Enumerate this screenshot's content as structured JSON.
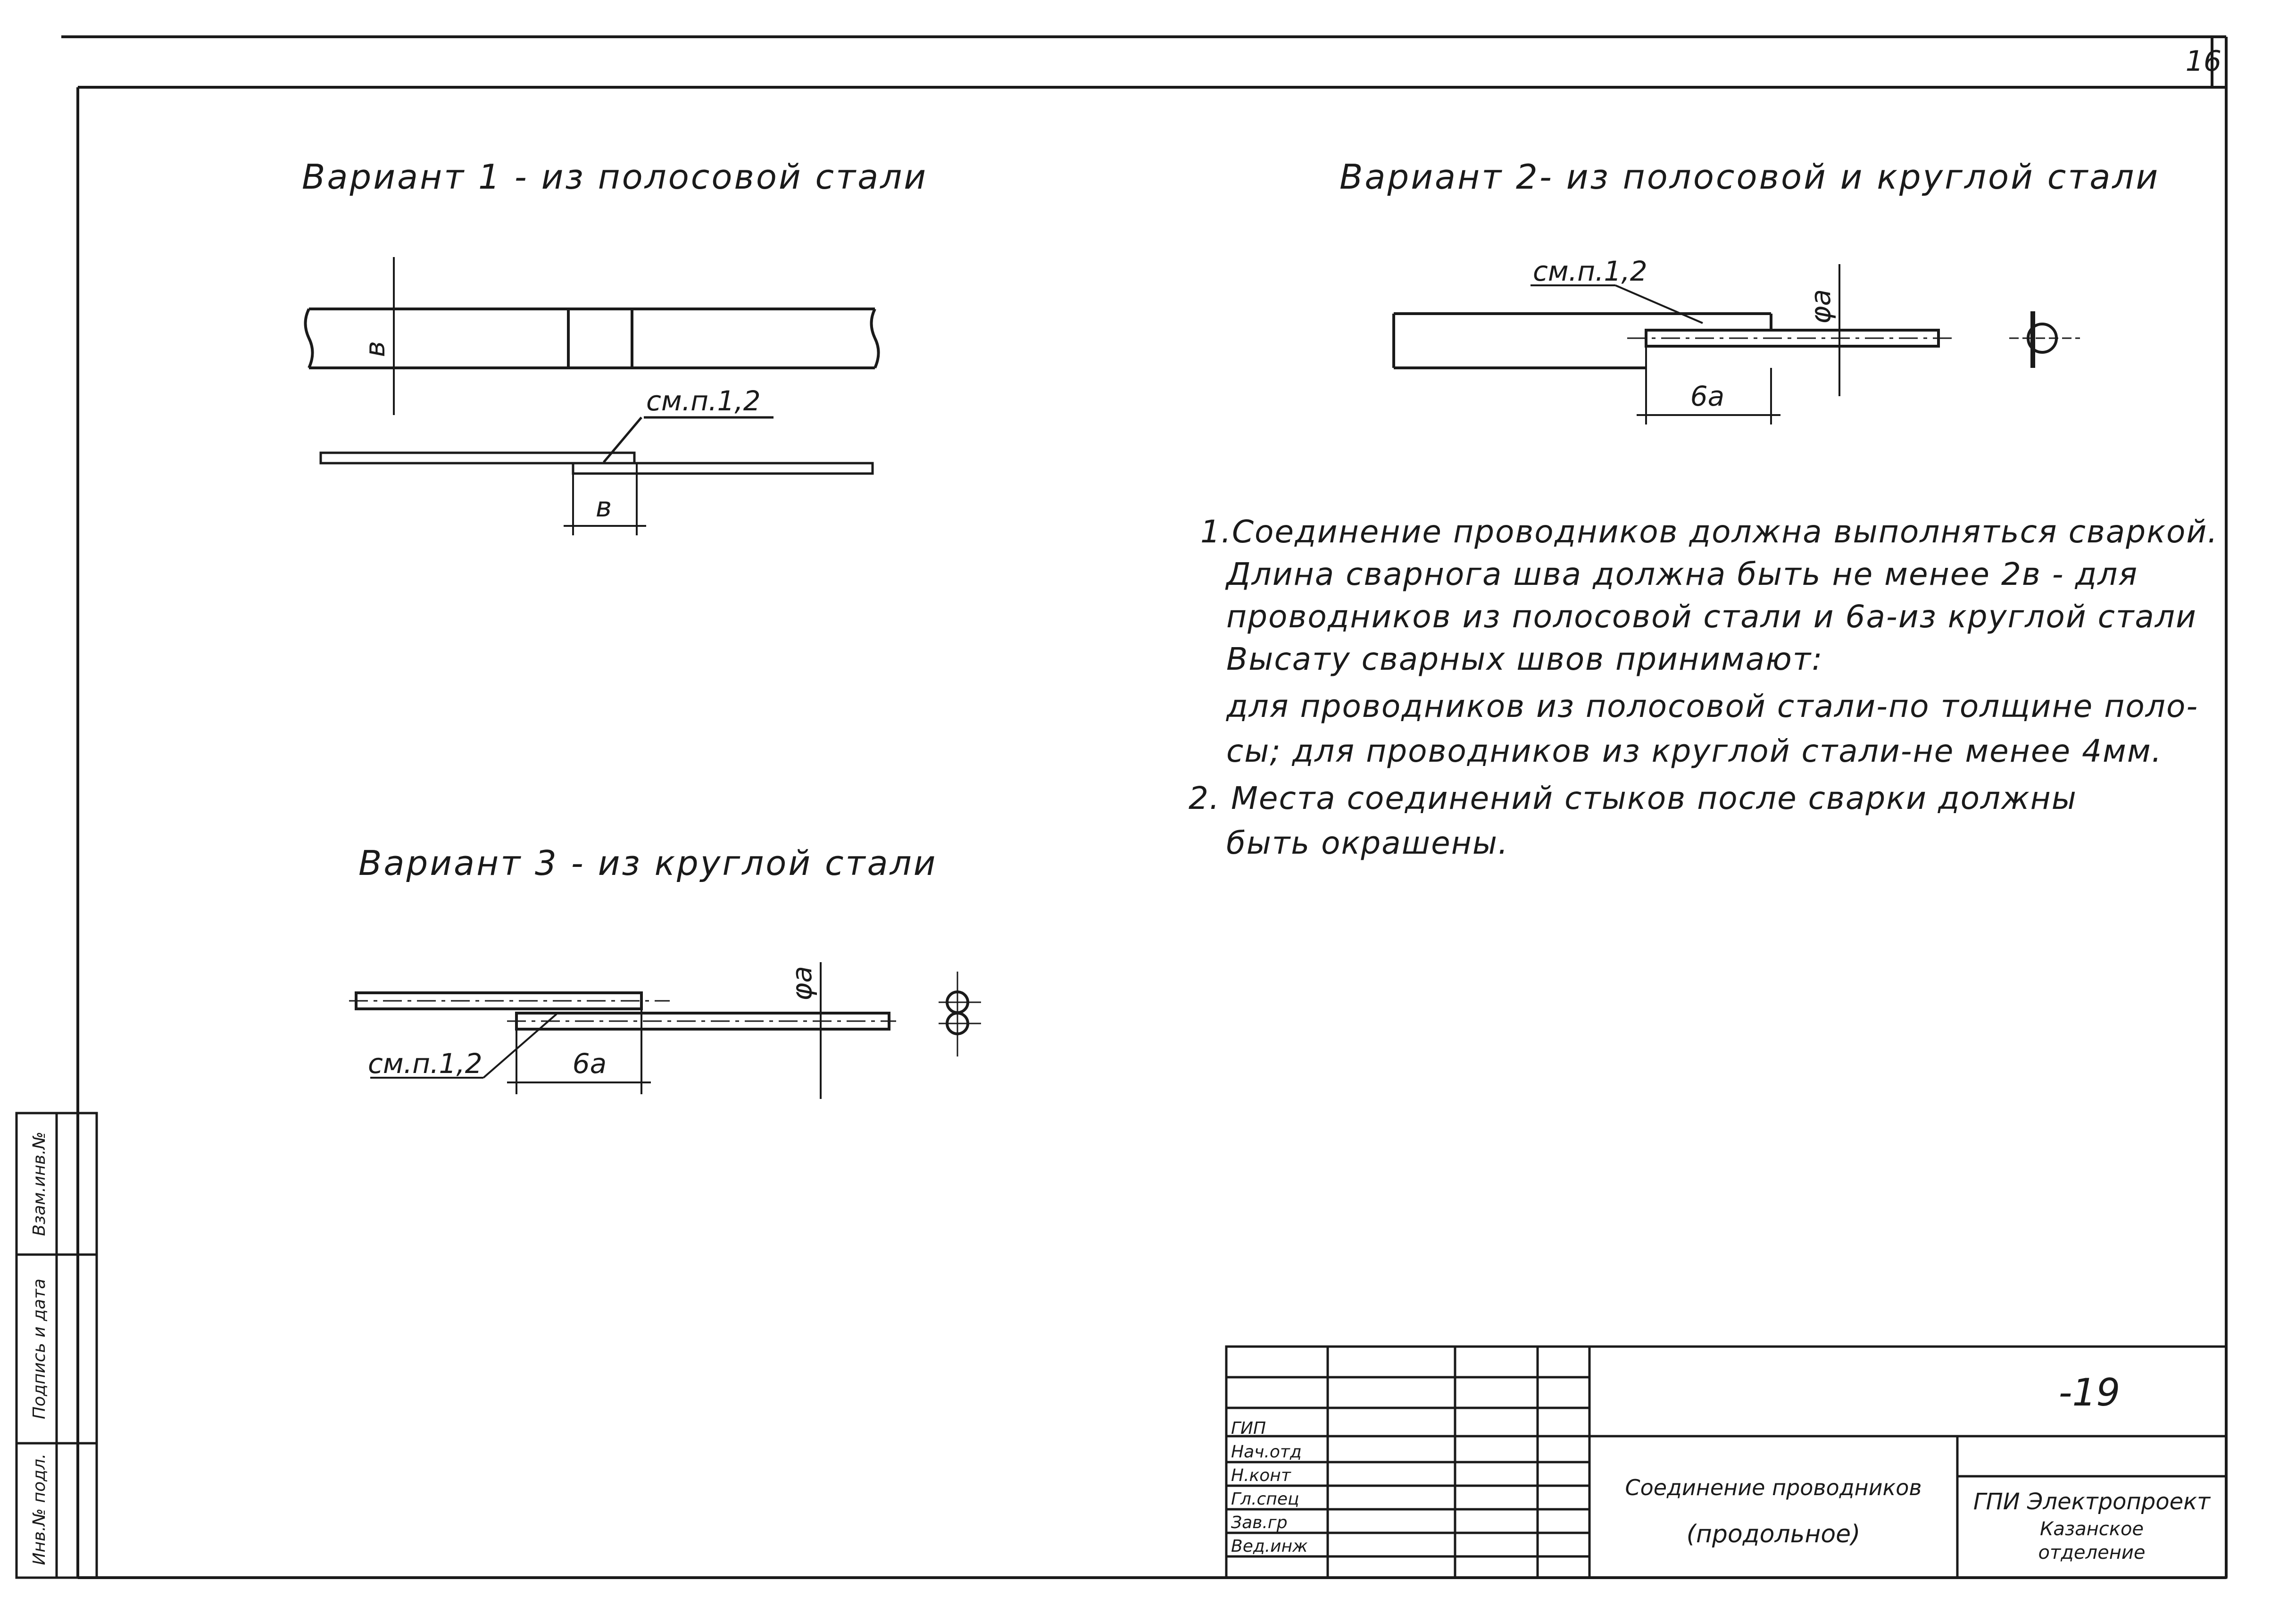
{
  "sheet_number": "16",
  "variant1": {
    "title": "Вариант 1 - из полосовой стали",
    "dim_b": "в",
    "ref": "см.п.1,2"
  },
  "variant2": {
    "title": "Вариант 2- из полосовой и круглой стали",
    "ref": "см.п.1,2",
    "dim_phi": "φа",
    "dim_6a": "6а"
  },
  "variant3": {
    "title": "Вариант 3 - из круглой стали",
    "ref": "см.п.1,2",
    "dim_phi": "φа",
    "dim_6a": "6а"
  },
  "notes": [
    "1.Соединение проводников должна выполняться сваркой.",
    "Длина сварнога шва должна быть не менее 2в - для",
    "проводников из полосовой стали и 6а-из круглой стали",
    "Высату сварных швов принимают:",
    "для проводников из полосовой стали-по толщине поло-",
    "сы; для проводников из круглой стали-не менее 4мм.",
    "2. Места соединений стыков после сварки должны",
    "быть окрашены."
  ],
  "title_block": {
    "drawing_code": "-19",
    "rows": [
      "ГИП",
      "Нач.отд",
      "Н.конт",
      "Гл.спец",
      "Зав.гр",
      "Вед.инж"
    ],
    "title_line1": "Соединение проводников",
    "title_line2": "(продольное)",
    "org_line1": "ГПИ Электропроект",
    "org_line2": "Казанское",
    "org_line3": "отделение"
  },
  "side_stamp": [
    "Инв.№ подл.",
    "Подпись и дата",
    "Взам.инв.№"
  ]
}
